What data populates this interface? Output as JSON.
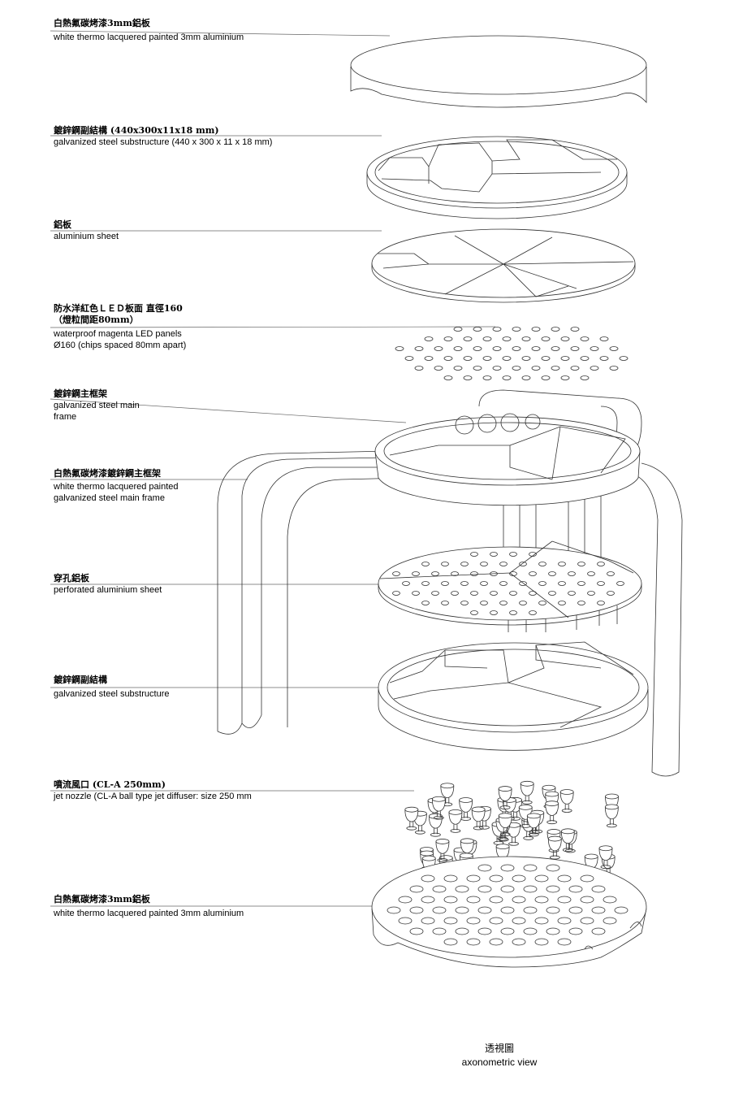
{
  "labels": [
    {
      "zh": "白熱氟碳烤漆3mm鋁板",
      "en": [
        "white thermo lacquered painted 3mm aluminium"
      ]
    },
    {
      "zh": "鍍鋅鋼副結構  (440x300x11x18 mm)",
      "en": [
        "galvanized steel substructure (440 x 300 x 11 x 18 mm)"
      ]
    },
    {
      "zh": "鋁板",
      "en": [
        "aluminium sheet"
      ]
    },
    {
      "zh": "防水洋紅色ＬＥＤ板面 直徑160",
      "zh2": "（燈粒間距80mm）",
      "en": [
        "waterproof magenta LED panels",
        "Ø160  (chips spaced 80mm apart)"
      ]
    },
    {
      "zh": "鍍鋅鋼主框架",
      "en": [
        "galvanized steel main",
        "frame"
      ]
    },
    {
      "zh": "白熱氟碳烤漆鍍鋅鋼主框架",
      "en": [
        "white thermo lacquered painted",
        "galvanized steel main frame"
      ]
    },
    {
      "zh": "穿孔鋁板",
      "en": [
        "perforated aluminium sheet"
      ]
    },
    {
      "zh": "鍍鋅鋼副結構",
      "en": [
        "galvanized steel substructure"
      ]
    },
    {
      "zh": "噴流風口 (CL-A 250mm)",
      "en": [
        "jet nozzle (CL-A  ball type jet diffuser: size 250 mm"
      ]
    },
    {
      "zh": "白熱氟碳烤漆3mm鋁板",
      "en": [
        "white thermo lacquered painted 3mm aluminium"
      ]
    }
  ],
  "caption": {
    "zh": "透視圖",
    "en": "axonometric view"
  }
}
